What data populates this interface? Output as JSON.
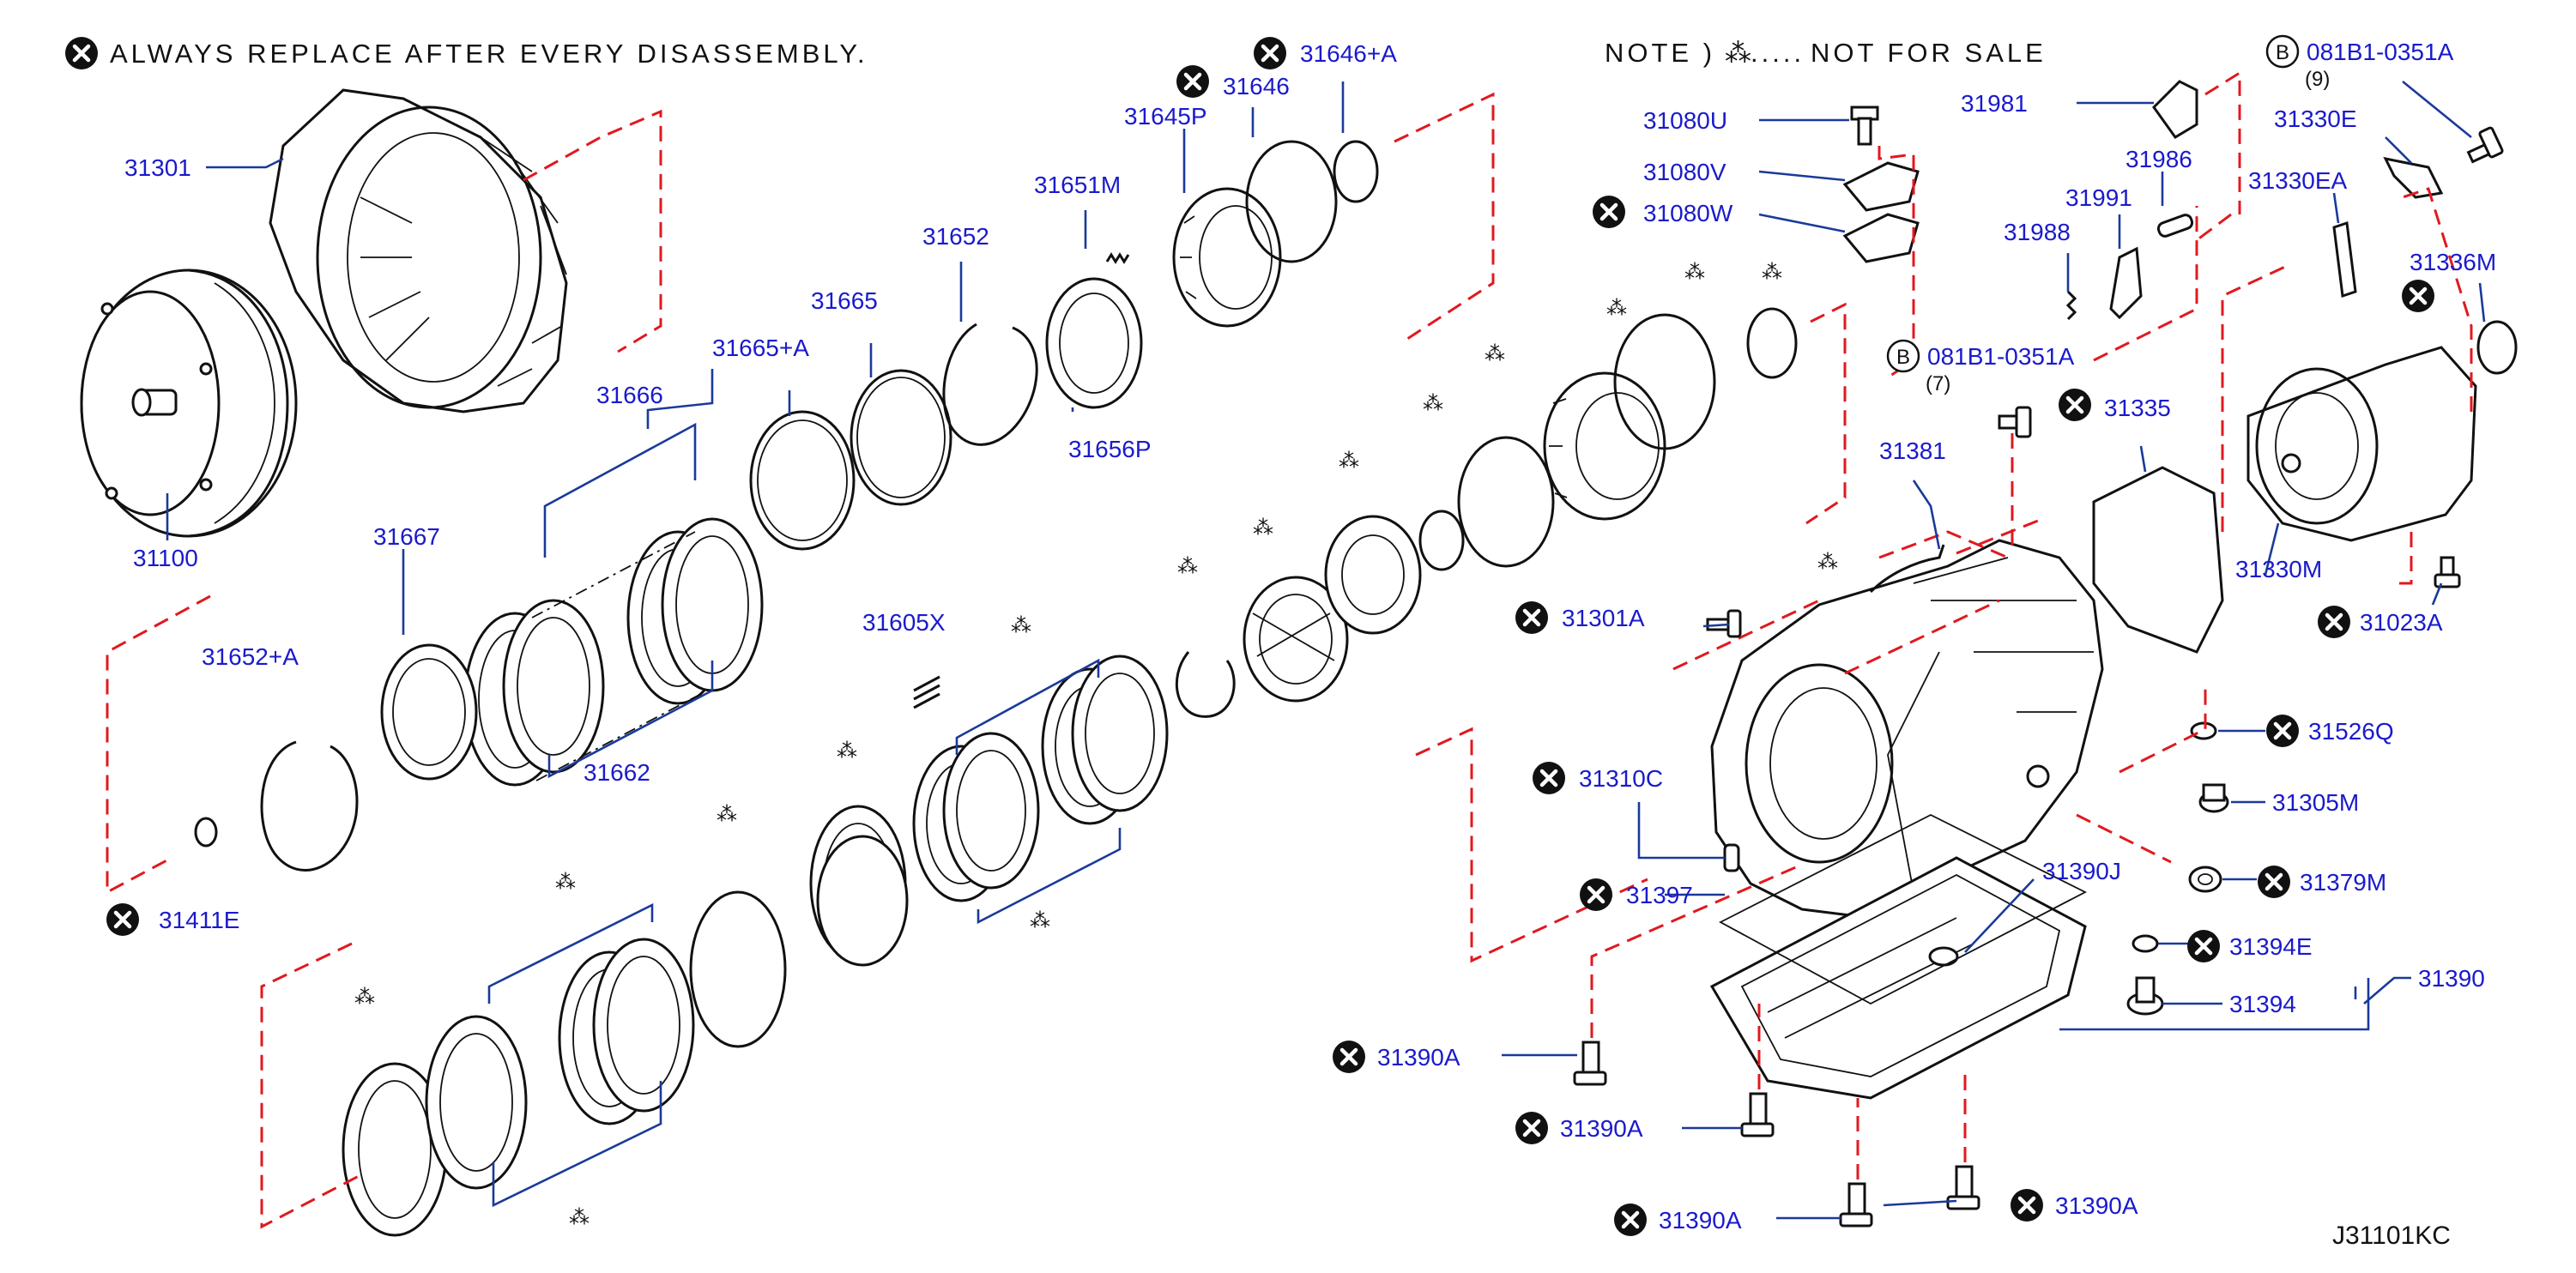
{
  "diagram_id": "J31101KC",
  "header_note": "ALWAYS REPLACE AFTER EVERY DISASSEMBLY.",
  "legend": {
    "note_prefix": "NOTE )",
    "symbol": "⁂",
    "dots": ".....",
    "note_text": "NOT   FOR   SALE"
  },
  "bolts": [
    {
      "code": "081B1-0351A",
      "badge": "B",
      "qty": "(9)"
    },
    {
      "code": "081B1-0351A",
      "badge": "B",
      "qty": "(7)"
    }
  ],
  "parts": {
    "p31301": "31301",
    "p31100": "31100",
    "p31666": "31666",
    "p31665a": "31665+A",
    "p31665": "31665",
    "p31652": "31652",
    "p31651m": "31651M",
    "p31645p": "31645P",
    "p31646": "31646",
    "p31646a": "31646+A",
    "p31656p": "31656P",
    "p31667": "31667",
    "p31662": "31662",
    "p31652a": "31652+A",
    "p31411e": "31411E",
    "p31605x": "31605X",
    "p31080u": "31080U",
    "p31080v": "31080V",
    "p31080w": "31080W",
    "p31981": "31981",
    "p31986": "31986",
    "p31991": "31991",
    "p31988": "31988",
    "p31330e": "31330E",
    "p31330ea": "31330EA",
    "p31336m": "31336M",
    "p31335": "31335",
    "p31381": "31381",
    "p31330m": "31330M",
    "p31023a": "31023A",
    "p31301a": "31301A",
    "p31526q": "31526Q",
    "p31305m": "31305M",
    "p31310c": "31310C",
    "p31379m": "31379M",
    "p31397": "31397",
    "p31390j": "31390J",
    "p31394e": "31394E",
    "p31390": "31390",
    "p31394": "31394",
    "p31390a_1": "31390A",
    "p31390a_2": "31390A",
    "p31390a_3": "31390A",
    "p31390a_4": "31390A"
  },
  "colors": {
    "label_blue": "#1a1acc",
    "leader_blue": "#1a3a9a",
    "dash_red": "#e0191f",
    "ink": "#111111"
  },
  "icons": {
    "replace_marker": "x-circle-icon",
    "not_for_sale_marker": "asterism-icon",
    "bolt_badge": "b-circle-icon"
  }
}
